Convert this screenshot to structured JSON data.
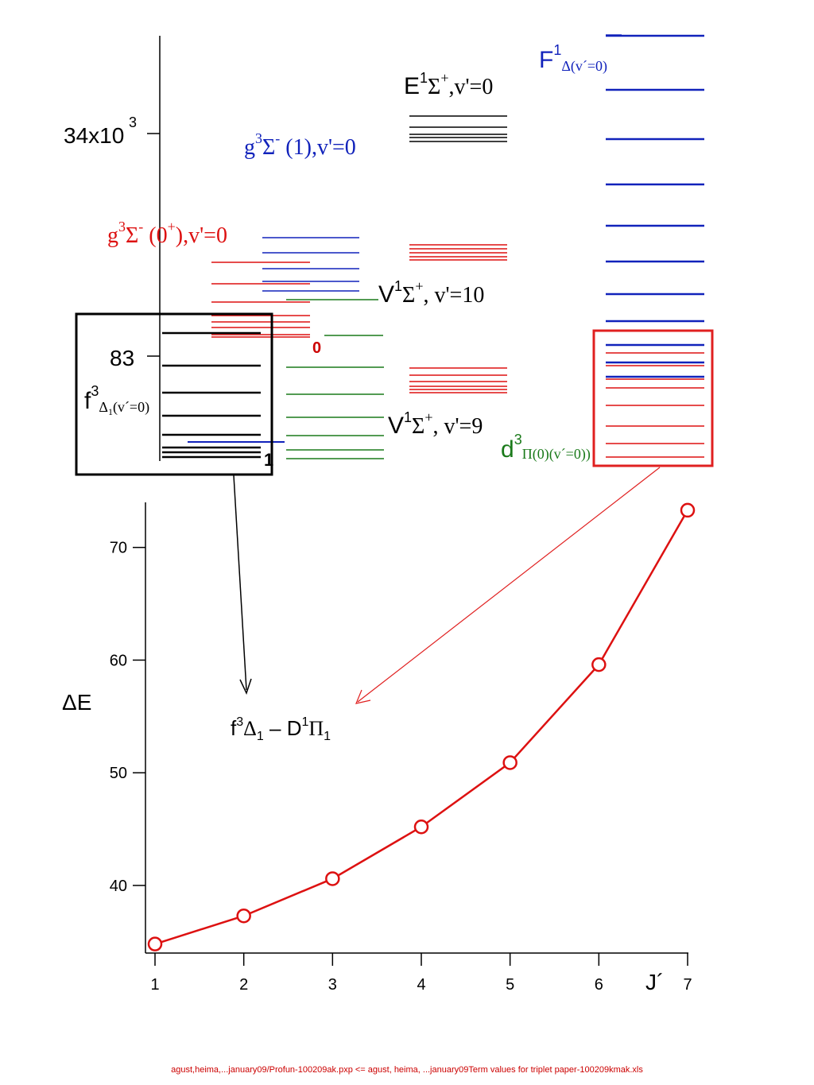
{
  "upper_axis": {
    "tick_labels": [
      "34x10",
      "3",
      "83"
    ]
  },
  "labels": {
    "e_state": {
      "main": "E",
      "sup": "1",
      "sym": "Σ",
      "symsup": "+",
      "rest": ",v'=0"
    },
    "f_state_right": {
      "main": "F",
      "sup": "1",
      "sub": "Δ(v´=0)"
    },
    "g_state_1": {
      "main": "g",
      "sup": "3",
      "sym": "Σ",
      "symsup": "-",
      "rest": " (1),v'=0"
    },
    "g_state_0": {
      "main": "g",
      "sup": "3",
      "sym": "Σ",
      "symsup": "-",
      "rest": " (0",
      "sup2": "+",
      "rest2": "),v'=0"
    },
    "v_state_10": {
      "main": "V",
      "sup": "1",
      "sym": "Σ",
      "symsup": "+",
      "rest": ", v'=10"
    },
    "v_state_9": {
      "main": "V",
      "sup": "1",
      "sym": "Σ",
      "symsup": "+",
      "rest": ", v'=9"
    },
    "d_state": {
      "main": "d",
      "sup": "3",
      "sub": "Π(0)(v´=0))"
    },
    "f_state_left": {
      "main": "f",
      "sup": "3",
      "sub": "Δ",
      "subsub": "1",
      "rest": "(v´=0)"
    },
    "mark_0": "0",
    "mark_1": "1",
    "annotation": {
      "a": "f",
      "a_sup": "3",
      "b": "Δ",
      "b_sub": "1",
      "c": " – D",
      "c_sup": "1",
      "d": "Π",
      "d_sub": "1"
    }
  },
  "colors": {
    "red": "#dd1111",
    "blue": "#1122bb",
    "green": "#1a7a1a",
    "black": "#000000"
  },
  "chart_data": {
    "type": "line",
    "x": [
      1,
      2,
      3,
      4,
      5,
      6,
      7
    ],
    "values": [
      34.8,
      37.3,
      40.6,
      45.2,
      50.9,
      59.6,
      73.3
    ],
    "xlabel": "J´",
    "ylabel": "ΔE",
    "x_ticks": [
      "1",
      "2",
      "3",
      "4",
      "5",
      "6",
      "7"
    ],
    "y_ticks": [
      "40",
      "50",
      "60",
      "70"
    ],
    "xlim": [
      1,
      7
    ],
    "ylim": [
      34,
      74
    ],
    "marker": "open-circle",
    "color": "#dd1111",
    "grid": false
  },
  "footer": "agust,heima,...january09/Profun-100209ak.pxp    <=    agust, heima, ...january09Term values for triplet paper-100209kmak.xls"
}
